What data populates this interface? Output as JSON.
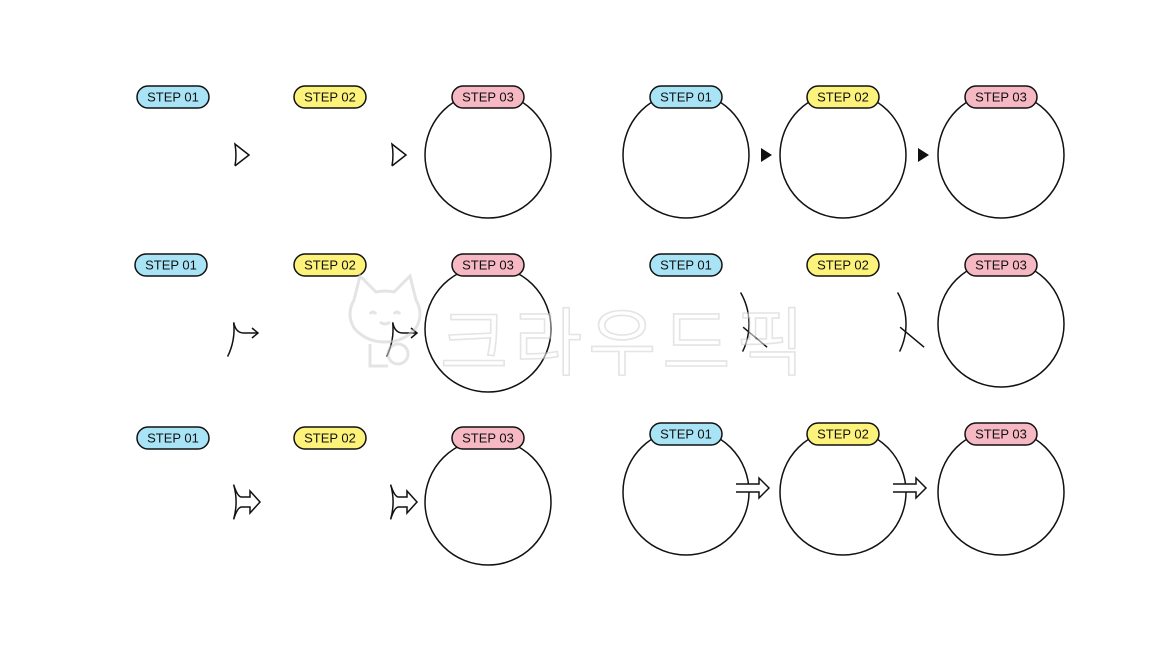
{
  "colors": {
    "step1": "#a8e4f5",
    "step2": "#fdf27a",
    "step3": "#f6b8c3",
    "line": "#111111",
    "badge_text": "#111111"
  },
  "steps": [
    "STEP 01",
    "STEP 02",
    "STEP 03"
  ],
  "watermark": {
    "text": "크라우드픽",
    "mascot": "cat-mascot"
  },
  "groups": [
    {
      "id": "g1",
      "connector": "notch-chevron"
    },
    {
      "id": "g2",
      "connector": "solid-triangle"
    },
    {
      "id": "g3",
      "connector": "thin-line-arrow"
    },
    {
      "id": "g4",
      "connector": "diagonal-gap"
    },
    {
      "id": "g5",
      "connector": "block-arrow-notch"
    },
    {
      "id": "g6",
      "connector": "outline-block-arrow"
    }
  ]
}
